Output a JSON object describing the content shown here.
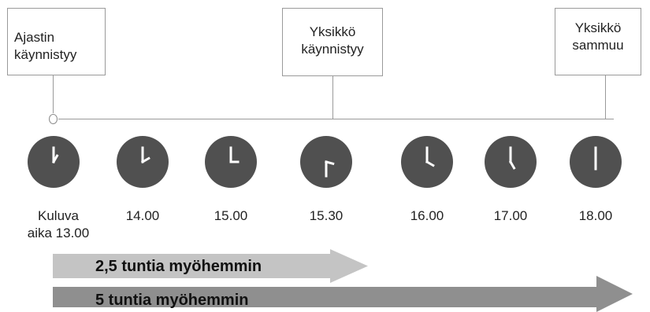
{
  "callouts": [
    {
      "lines": [
        "Ajastin",
        "käynnistyy"
      ]
    },
    {
      "lines": [
        "Yksikkö",
        "käynnistyy"
      ]
    },
    {
      "lines": [
        "Yksikkö",
        "sammuu"
      ]
    }
  ],
  "clocks": [
    {
      "label_lines": [
        "Kuluva",
        "aika 13.00"
      ],
      "hour": 13,
      "minute": 0
    },
    {
      "label_lines": [
        "14.00"
      ],
      "hour": 14,
      "minute": 0
    },
    {
      "label_lines": [
        "15.00"
      ],
      "hour": 15,
      "minute": 0
    },
    {
      "label_lines": [
        "15.30"
      ],
      "hour": 15,
      "minute": 30
    },
    {
      "label_lines": [
        "16.00"
      ],
      "hour": 16,
      "minute": 0
    },
    {
      "label_lines": [
        "17.00"
      ],
      "hour": 17,
      "minute": 0
    },
    {
      "label_lines": [
        "18.00"
      ],
      "hour": 18,
      "minute": 0
    }
  ],
  "arrows": [
    {
      "label": "2,5 tuntia myöhemmin",
      "color": "#c4c4c4"
    },
    {
      "label": "5 tuntia myöhemmin",
      "color": "#8f8f8f"
    }
  ],
  "colors": {
    "clock_face": "#505050",
    "clock_hands": "#ffffff",
    "line": "#9a9a9a"
  }
}
